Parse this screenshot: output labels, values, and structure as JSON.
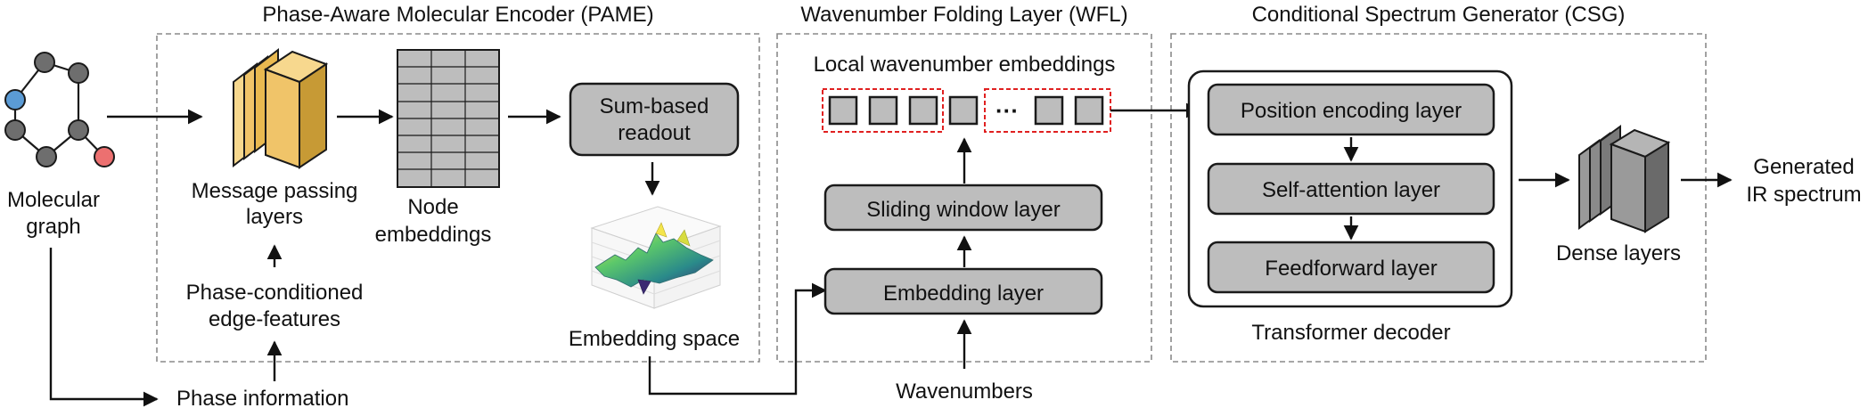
{
  "sections": {
    "pame": "Phase-Aware Molecular Encoder (PAME)",
    "wfl": "Wavenumber Folding Layer (WFL)",
    "csg": "Conditional Spectrum Generator (CSG)"
  },
  "input": {
    "molecular_graph_line1": "Molecular",
    "molecular_graph_line2": "graph",
    "phase_information": "Phase information"
  },
  "pame": {
    "message_passing_line1": "Message passing",
    "message_passing_line2": "layers",
    "phase_conditioned_line1": "Phase-conditioned",
    "phase_conditioned_line2": "edge-features",
    "node_embeddings_line1": "Node",
    "node_embeddings_line2": "embeddings",
    "sum_readout_line1": "Sum-based",
    "sum_readout_line2": "readout",
    "embedding_space": "Embedding space"
  },
  "wfl": {
    "local_embeddings": "Local wavenumber embeddings",
    "ellipsis": "···",
    "sliding_window": "Sliding window layer",
    "embedding_layer": "Embedding layer",
    "wavenumbers": "Wavenumbers"
  },
  "csg": {
    "position_encoding": "Position encoding layer",
    "self_attention": "Self-attention layer",
    "feedforward": "Feedforward layer",
    "transformer_decoder": "Transformer decoder",
    "dense_layers": "Dense layers",
    "output_line1": "Generated",
    "output_line2": "IR spectrum"
  },
  "colors": {
    "box_fill": "#bdbdbd",
    "layer_orange": "#f0c469",
    "node_blue": "#5b9bd5",
    "node_red": "#ec7070",
    "node_gray": "#6e6e6e",
    "highlight_red": "#e02020"
  }
}
